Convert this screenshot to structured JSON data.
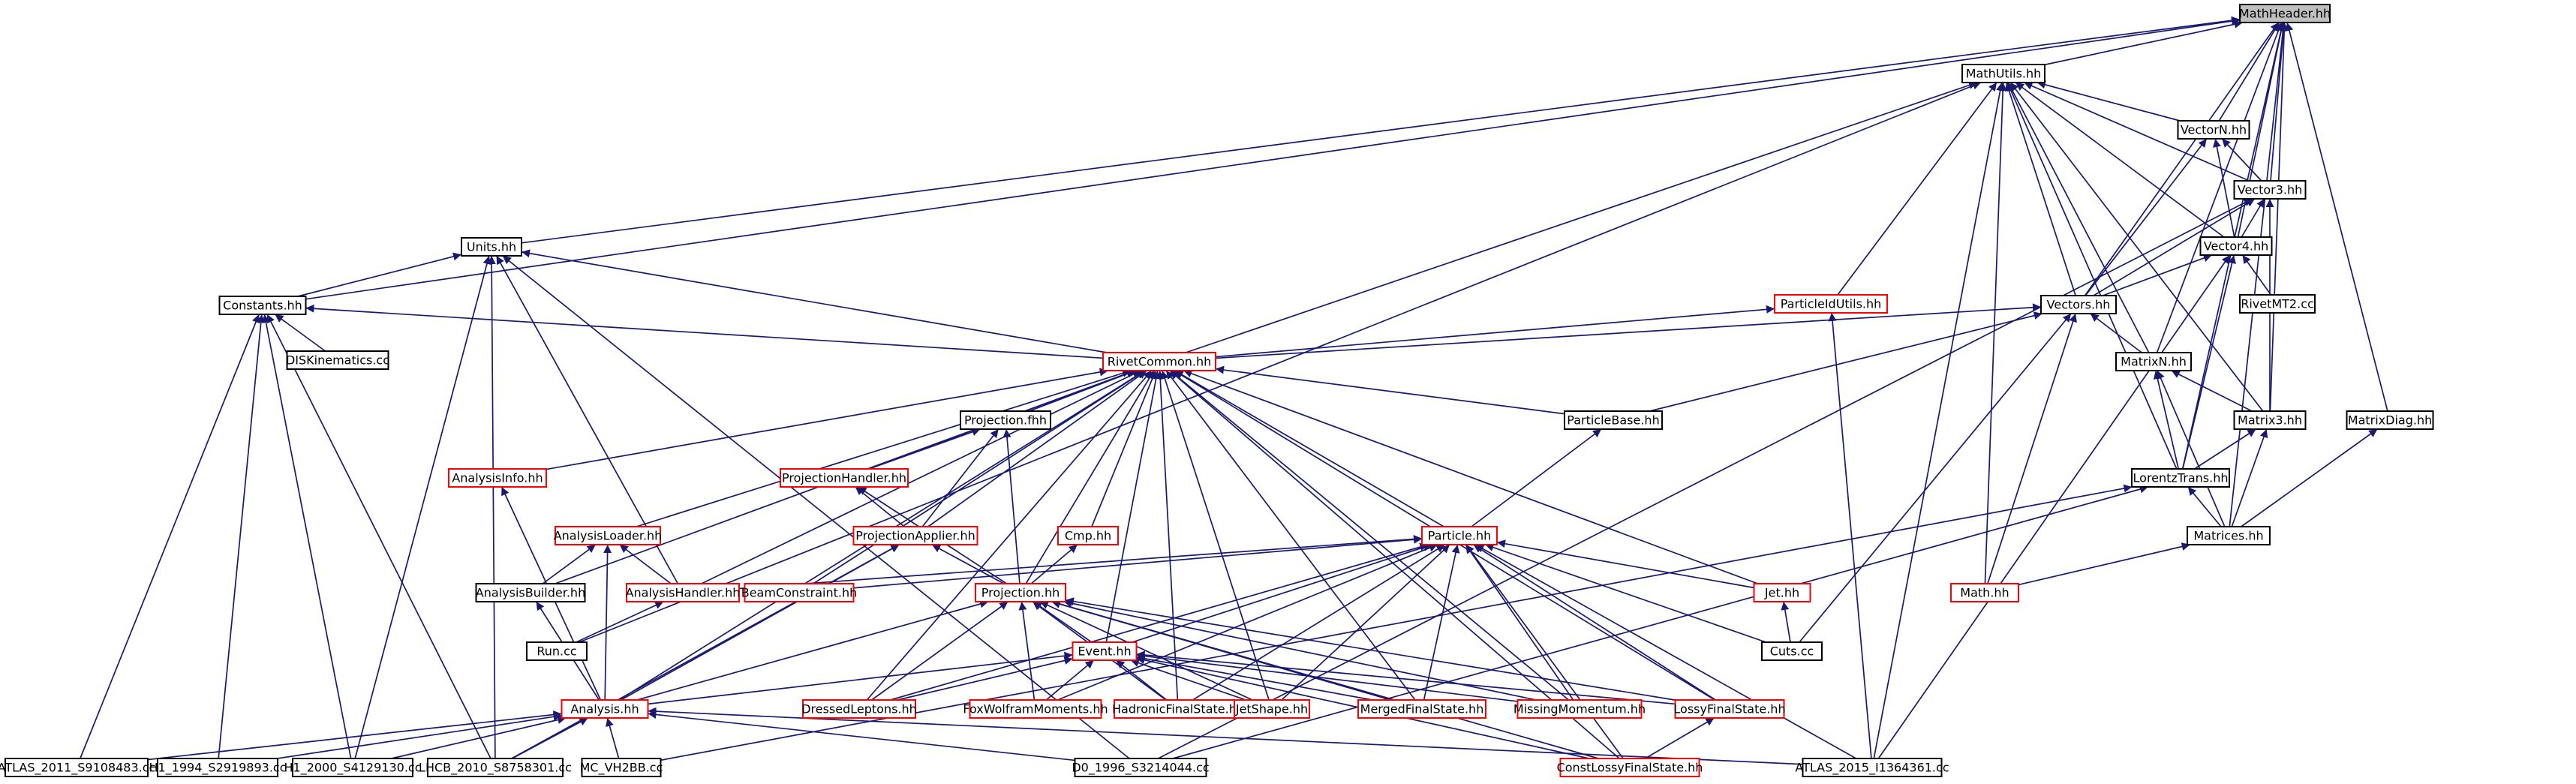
{
  "colors": {
    "edge": "#191970",
    "node_border_default": "#000000",
    "node_border_red": "#ff0000",
    "focus_fill": "#bfbfbf",
    "background": "#ffffff"
  },
  "nodes": {
    "mathheader": {
      "label": "MathHeader.hh",
      "style": "focus"
    },
    "mathutils": {
      "label": "MathUtils.hh",
      "style": "black"
    },
    "vectorn": {
      "label": "VectorN.hh",
      "style": "black"
    },
    "vector3": {
      "label": "Vector3.hh",
      "style": "black"
    },
    "vector4": {
      "label": "Vector4.hh",
      "style": "black"
    },
    "rivetmt2": {
      "label": "RivetMT2.cc",
      "style": "black"
    },
    "units": {
      "label": "Units.hh",
      "style": "black"
    },
    "constants": {
      "label": "Constants.hh",
      "style": "black"
    },
    "diskinematics": {
      "label": "DISKinematics.cc",
      "style": "black"
    },
    "particleidutils": {
      "label": "ParticleIdUtils.hh",
      "style": "red"
    },
    "vectors": {
      "label": "Vectors.hh",
      "style": "black"
    },
    "rivetcommon": {
      "label": "RivetCommon.hh",
      "style": "red"
    },
    "matrixn": {
      "label": "MatrixN.hh",
      "style": "black"
    },
    "projectionfhh": {
      "label": "Projection.fhh",
      "style": "black"
    },
    "particlebase": {
      "label": "ParticleBase.hh",
      "style": "black"
    },
    "matrix3": {
      "label": "Matrix3.hh",
      "style": "black"
    },
    "matrixdiag": {
      "label": "MatrixDiag.hh",
      "style": "black"
    },
    "analysisinfo": {
      "label": "AnalysisInfo.hh",
      "style": "red"
    },
    "projectionhandler": {
      "label": "ProjectionHandler.hh",
      "style": "red"
    },
    "lorentztrans": {
      "label": "LorentzTrans.hh",
      "style": "black"
    },
    "analysisloader": {
      "label": "AnalysisLoader.hh",
      "style": "red"
    },
    "projectionapplier": {
      "label": "ProjectionApplier.hh",
      "style": "red"
    },
    "cmp": {
      "label": "Cmp.hh",
      "style": "red"
    },
    "particle": {
      "label": "Particle.hh",
      "style": "red"
    },
    "matrices": {
      "label": "Matrices.hh",
      "style": "black"
    },
    "analysisbuilder": {
      "label": "AnalysisBuilder.hh",
      "style": "black"
    },
    "analysishandler": {
      "label": "AnalysisHandler.hh",
      "style": "red"
    },
    "beamconstraint": {
      "label": "BeamConstraint.hh",
      "style": "red"
    },
    "projection": {
      "label": "Projection.hh",
      "style": "red"
    },
    "jet": {
      "label": "Jet.hh",
      "style": "red"
    },
    "math": {
      "label": "Math.hh",
      "style": "red"
    },
    "runcc": {
      "label": "Run.cc",
      "style": "black"
    },
    "cuts": {
      "label": "Cuts.cc",
      "style": "black"
    },
    "event": {
      "label": "Event.hh",
      "style": "red"
    },
    "analysis": {
      "label": "Analysis.hh",
      "style": "red"
    },
    "dressedleptons": {
      "label": "DressedLeptons.hh",
      "style": "red"
    },
    "foxwolfram": {
      "label": "FoxWolframMoments.hh",
      "style": "red"
    },
    "hadronicfs": {
      "label": "HadronicFinalState.hh",
      "style": "red"
    },
    "jetshape": {
      "label": "JetShape.hh",
      "style": "red"
    },
    "mergedfs": {
      "label": "MergedFinalState.hh",
      "style": "red"
    },
    "missingmomentum": {
      "label": "MissingMomentum.hh",
      "style": "red"
    },
    "lossyfs": {
      "label": "LossyFinalState.hh",
      "style": "red"
    },
    "atlas2011": {
      "label": "ATLAS_2011_S9108483.cc",
      "style": "black"
    },
    "h11994": {
      "label": "H1_1994_S2919893.cc",
      "style": "black"
    },
    "h12000": {
      "label": "H1_2000_S4129130.cc",
      "style": "black"
    },
    "lhcb2010": {
      "label": "LHCB_2010_S8758301.cc",
      "style": "black"
    },
    "mcvh2bb": {
      "label": "MC_VH2BB.cc",
      "style": "black"
    },
    "d01996": {
      "label": "D0_1996_S3214044.cc",
      "style": "black"
    },
    "constlossyfs": {
      "label": "ConstLossyFinalState.hh",
      "style": "red"
    },
    "atlas2015": {
      "label": "ATLAS_2015_I1364361.cc",
      "style": "black"
    }
  },
  "edges": [
    [
      "mathutils",
      "mathheader"
    ],
    [
      "vectorn",
      "mathheader"
    ],
    [
      "vector3",
      "mathheader"
    ],
    [
      "vector4",
      "mathheader"
    ],
    [
      "vectors",
      "mathheader"
    ],
    [
      "matrixn",
      "mathheader"
    ],
    [
      "matrix3",
      "mathheader"
    ],
    [
      "matrixdiag",
      "mathheader"
    ],
    [
      "lorentztrans",
      "mathheader"
    ],
    [
      "matrices",
      "mathheader"
    ],
    [
      "constants",
      "mathheader"
    ],
    [
      "units",
      "mathheader"
    ],
    [
      "vectorn",
      "mathutils"
    ],
    [
      "vector3",
      "mathutils"
    ],
    [
      "vector4",
      "mathutils"
    ],
    [
      "vectors",
      "mathutils"
    ],
    [
      "matrixn",
      "mathutils"
    ],
    [
      "matrix3",
      "mathutils"
    ],
    [
      "lorentztrans",
      "mathutils"
    ],
    [
      "math",
      "mathutils"
    ],
    [
      "rivetcommon",
      "mathutils"
    ],
    [
      "particleidutils",
      "mathutils"
    ],
    [
      "runcc",
      "mathutils"
    ],
    [
      "atlas2015",
      "mathutils"
    ],
    [
      "vector3",
      "vectorn"
    ],
    [
      "vector4",
      "vectorn"
    ],
    [
      "vectors",
      "vectorn"
    ],
    [
      "vector4",
      "vector3"
    ],
    [
      "vectors",
      "vector3"
    ],
    [
      "matrix3",
      "vector3"
    ],
    [
      "d01996",
      "vector3"
    ],
    [
      "rivetmt2",
      "vector4"
    ],
    [
      "vectors",
      "vector4"
    ],
    [
      "lorentztrans",
      "vector4"
    ],
    [
      "atlas2015",
      "vector4"
    ],
    [
      "matrixn",
      "vectors"
    ],
    [
      "particlebase",
      "vectors"
    ],
    [
      "rivetcommon",
      "vectors"
    ],
    [
      "math",
      "vectors"
    ],
    [
      "cuts",
      "vectors"
    ],
    [
      "matrix3",
      "matrixn"
    ],
    [
      "lorentztrans",
      "matrixn"
    ],
    [
      "matrices",
      "matrixn"
    ],
    [
      "lorentztrans",
      "matrix3"
    ],
    [
      "matrices",
      "matrix3"
    ],
    [
      "matrices",
      "matrixdiag"
    ],
    [
      "matrices",
      "lorentztrans"
    ],
    [
      "mcvh2bb",
      "lorentztrans"
    ],
    [
      "d01996",
      "lorentztrans"
    ],
    [
      "math",
      "matrices"
    ],
    [
      "constants",
      "units"
    ],
    [
      "rivetcommon",
      "units"
    ],
    [
      "analysishandler",
      "units"
    ],
    [
      "h12000",
      "units"
    ],
    [
      "lhcb2010",
      "units"
    ],
    [
      "d01996",
      "units"
    ],
    [
      "diskinematics",
      "constants"
    ],
    [
      "rivetcommon",
      "constants"
    ],
    [
      "atlas2011",
      "constants"
    ],
    [
      "h11994",
      "constants"
    ],
    [
      "h12000",
      "constants"
    ],
    [
      "lhcb2010",
      "constants"
    ],
    [
      "rivetcommon",
      "particleidutils"
    ],
    [
      "atlas2015",
      "particleidutils"
    ],
    [
      "projectionfhh",
      "rivetcommon"
    ],
    [
      "particlebase",
      "rivetcommon"
    ],
    [
      "analysisinfo",
      "rivetcommon"
    ],
    [
      "projectionhandler",
      "rivetcommon"
    ],
    [
      "analysisloader",
      "rivetcommon"
    ],
    [
      "projectionapplier",
      "rivetcommon"
    ],
    [
      "cmp",
      "rivetcommon"
    ],
    [
      "particle",
      "rivetcommon"
    ],
    [
      "analysisbuilder",
      "rivetcommon"
    ],
    [
      "analysishandler",
      "rivetcommon"
    ],
    [
      "beamconstraint",
      "rivetcommon"
    ],
    [
      "projection",
      "rivetcommon"
    ],
    [
      "jet",
      "rivetcommon"
    ],
    [
      "event",
      "rivetcommon"
    ],
    [
      "analysis",
      "rivetcommon"
    ],
    [
      "dressedleptons",
      "rivetcommon"
    ],
    [
      "hadronicfs",
      "rivetcommon"
    ],
    [
      "jetshape",
      "rivetcommon"
    ],
    [
      "mergedfs",
      "rivetcommon"
    ],
    [
      "missingmomentum",
      "rivetcommon"
    ],
    [
      "lossyfs",
      "rivetcommon"
    ],
    [
      "constlossyfs",
      "rivetcommon"
    ],
    [
      "projectionhandler",
      "projectionfhh"
    ],
    [
      "projectionapplier",
      "projectionfhh"
    ],
    [
      "projection",
      "projectionfhh"
    ],
    [
      "projectionapplier",
      "projectionhandler"
    ],
    [
      "projection",
      "projectionhandler"
    ],
    [
      "projection",
      "projectionapplier"
    ],
    [
      "analysis",
      "projectionapplier"
    ],
    [
      "lhcb2010",
      "projectionapplier"
    ],
    [
      "projection",
      "cmp"
    ],
    [
      "particle",
      "particlebase"
    ],
    [
      "analysishandler",
      "particle"
    ],
    [
      "beamconstraint",
      "particle"
    ],
    [
      "jet",
      "particle"
    ],
    [
      "event",
      "particle"
    ],
    [
      "dressedleptons",
      "particle"
    ],
    [
      "foxwolfram",
      "particle"
    ],
    [
      "hadronicfs",
      "particle"
    ],
    [
      "jetshape",
      "particle"
    ],
    [
      "mergedfs",
      "particle"
    ],
    [
      "missingmomentum",
      "particle"
    ],
    [
      "lossyfs",
      "particle"
    ],
    [
      "constlossyfs",
      "particle"
    ],
    [
      "cuts",
      "particle"
    ],
    [
      "atlas2015",
      "particle"
    ],
    [
      "cuts",
      "jet"
    ],
    [
      "analysisbuilder",
      "analysisloader"
    ],
    [
      "analysishandler",
      "analysisloader"
    ],
    [
      "analysis",
      "analysisloader"
    ],
    [
      "analysis",
      "analysisinfo"
    ],
    [
      "analysis",
      "analysisbuilder"
    ],
    [
      "runcc",
      "analysishandler"
    ],
    [
      "event",
      "projection"
    ],
    [
      "analysis",
      "projection"
    ],
    [
      "dressedleptons",
      "projection"
    ],
    [
      "foxwolfram",
      "projection"
    ],
    [
      "hadronicfs",
      "projection"
    ],
    [
      "jetshape",
      "projection"
    ],
    [
      "mergedfs",
      "projection"
    ],
    [
      "missingmomentum",
      "projection"
    ],
    [
      "lossyfs",
      "projection"
    ],
    [
      "constlossyfs",
      "projection"
    ],
    [
      "analysis",
      "event"
    ],
    [
      "dressedleptons",
      "event"
    ],
    [
      "foxwolfram",
      "event"
    ],
    [
      "hadronicfs",
      "event"
    ],
    [
      "jetshape",
      "event"
    ],
    [
      "mergedfs",
      "event"
    ],
    [
      "missingmomentum",
      "event"
    ],
    [
      "lossyfs",
      "event"
    ],
    [
      "constlossyfs",
      "event"
    ],
    [
      "constlossyfs",
      "lossyfs"
    ],
    [
      "atlas2011",
      "analysis"
    ],
    [
      "h11994",
      "analysis"
    ],
    [
      "h12000",
      "analysis"
    ],
    [
      "lhcb2010",
      "analysis"
    ],
    [
      "mcvh2bb",
      "analysis"
    ],
    [
      "d01996",
      "analysis"
    ],
    [
      "atlas2015",
      "analysis"
    ]
  ]
}
